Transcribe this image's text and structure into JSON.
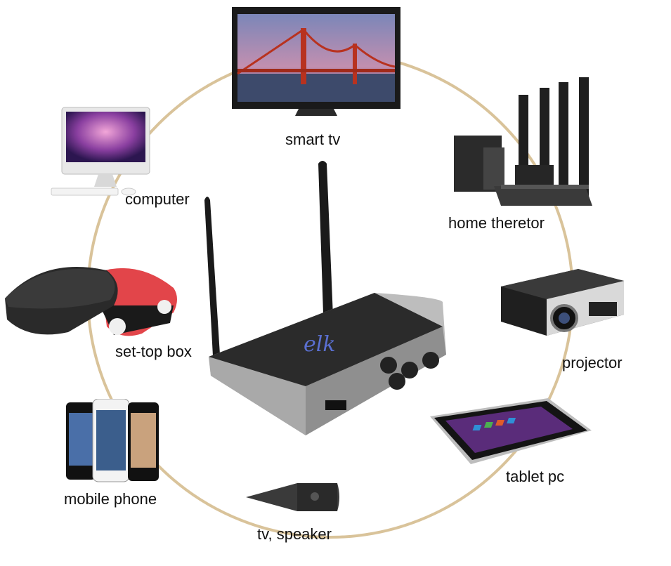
{
  "colors": {
    "ring": "#d9c39a",
    "label_text": "#111111",
    "background": "#ffffff"
  },
  "center_device": {
    "logo_text": "elk"
  },
  "devices": [
    {
      "key": "smart_tv",
      "label": "smart tv"
    },
    {
      "key": "computer",
      "label": "computer"
    },
    {
      "key": "home_theater",
      "label": "home theretor"
    },
    {
      "key": "set_top_box",
      "label": "set-top box"
    },
    {
      "key": "projector",
      "label": "projector"
    },
    {
      "key": "mobile_phone",
      "label": "mobile phone"
    },
    {
      "key": "tablet_pc",
      "label": "tablet pc"
    },
    {
      "key": "tv_speaker",
      "label": "tv, speaker"
    }
  ]
}
